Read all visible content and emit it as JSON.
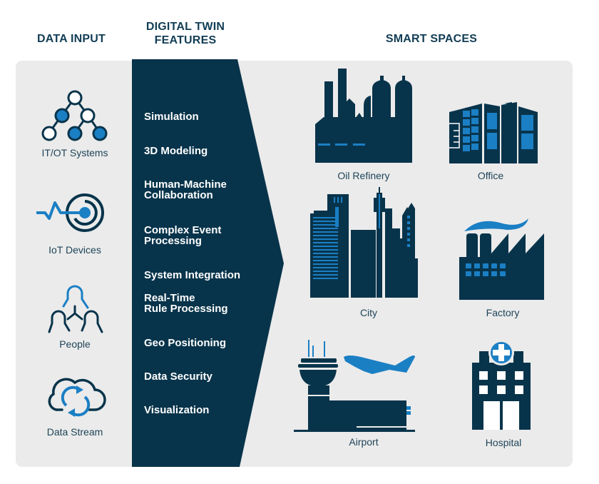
{
  "headers": {
    "data_input": "DATA INPUT",
    "features_line1": "DIGITAL TWIN",
    "features_line2": "FEATURES",
    "smart_spaces": "SMART SPACES"
  },
  "colors": {
    "navy": "#08344b",
    "accent_blue": "#1b7fc4",
    "panel_bg": "#ebebeb",
    "text": "#1e4458"
  },
  "data_inputs": [
    {
      "label": "IT/OT Systems",
      "icon": "network-tree-icon"
    },
    {
      "label": "IoT Devices",
      "icon": "iot-signal-icon"
    },
    {
      "label": "People",
      "icon": "people-network-icon"
    },
    {
      "label": "Data Stream",
      "icon": "cloud-sync-icon"
    }
  ],
  "features": [
    {
      "line1": "Simulation",
      "line2": ""
    },
    {
      "line1": "3D Modeling",
      "line2": ""
    },
    {
      "line1": "Human-Machine",
      "line2": "Collaboration"
    },
    {
      "line1": "Complex Event",
      "line2": "Processing"
    },
    {
      "line1": "System Integration",
      "line2": ""
    },
    {
      "line1": "Real-Time",
      "line2": "Rule Processing"
    },
    {
      "line1": "Geo Positioning",
      "line2": ""
    },
    {
      "line1": "Data Security",
      "line2": ""
    },
    {
      "line1": "Visualization",
      "line2": ""
    }
  ],
  "smart_spaces": [
    {
      "label": "Oil Refinery",
      "icon": "oil-refinery-icon"
    },
    {
      "label": "Office",
      "icon": "office-building-icon"
    },
    {
      "label": "City",
      "icon": "city-skyline-icon"
    },
    {
      "label": "Factory",
      "icon": "factory-icon"
    },
    {
      "label": "Airport",
      "icon": "airport-icon"
    },
    {
      "label": "Hospital",
      "icon": "hospital-icon"
    }
  ]
}
